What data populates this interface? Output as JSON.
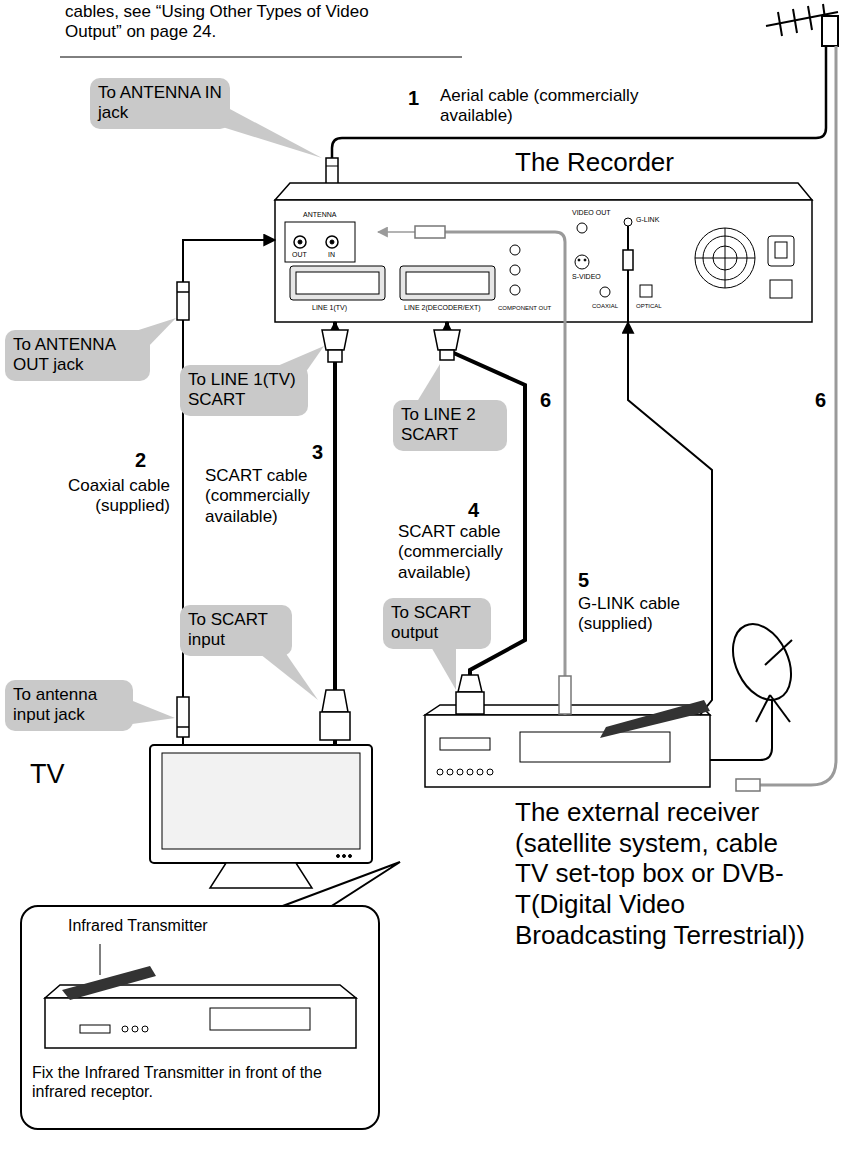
{
  "diagram": {
    "nodes": [
      {
        "text": [
          "To ANTENNA IN jack"
        ]
      },
      {
        "text": [
          "The Recorder"
        ]
      },
      {
        "text": [
          "To ANTENNA OUT jack"
        ]
      },
      {
        "text": [
          "To LINE 1(TV) SCART"
        ]
      },
      {
        "text": [
          "To LINE 2 SCART"
        ]
      },
      {
        "text": [
          "To SCART input"
        ]
      },
      {
        "text": [
          "To SCART output"
        ]
      },
      {
        "text": [
          "To antenna input jack"
        ]
      },
      {
        "text": [
          "TV"
        ]
      },
      {
        "text": [
          "The external receiver (satellite system, cable TV set-top box or DVB-T(Digital Video Broadcasting Terrestrial))"
        ]
      },
      {
        "text": [
          "Infrared Transmitter",
          "Fix the Infrared Transmitter in front of the infrared receptor."
        ]
      }
    ],
    "edges": [
      {
        "from": 8,
        "to": 1,
        "arrow": "to"
      },
      {
        "from": 8,
        "to": 1,
        "arrow": "to"
      },
      {
        "from": 9,
        "to": 1,
        "arrow": "to"
      },
      {
        "from": 9,
        "to": 1,
        "arrow": "to"
      },
      {
        "from": 9,
        "to": 1,
        "arrow": "none"
      }
    ],
    "labels": [
      "cables, see “Using Other Types of Video Output” on page 24.",
      "1",
      "Aerial cable (commercially available)",
      "6",
      "6",
      "2",
      "Coaxial cable (supplied)",
      "3",
      "SCART cable (commercially available)",
      "4",
      "SCART cable (commercially available)",
      "5",
      "G-LINK cable (supplied)",
      "ANTENNA",
      "OUT",
      "IN",
      "LINE 1(TV)",
      "LINE 2(DECODER/EXT)",
      "COMPONENT OUT",
      "VIDEO OUT",
      "S-VIDEO",
      "G-LINK",
      "COAXIAL",
      "OPTICAL"
    ]
  }
}
